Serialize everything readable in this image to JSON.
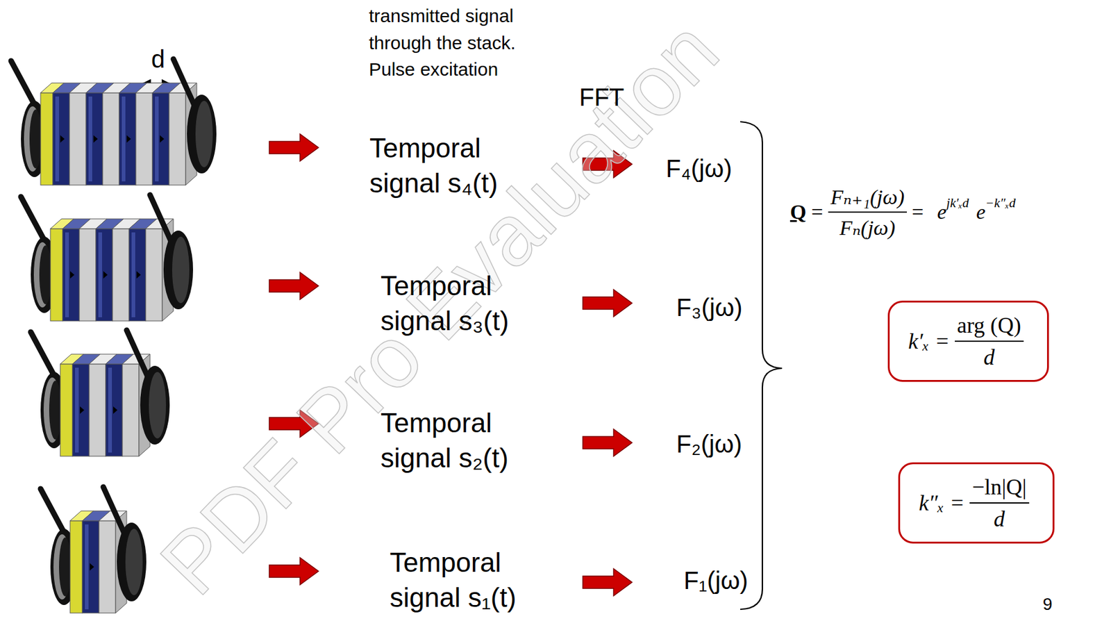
{
  "diagram": {
    "nodes": [
      {
        "text": [
          "k′ₓ =",
          "arg (Q)",
          "d"
        ]
      },
      {
        "text": [
          "k″ₓ =",
          "−ln|Q|",
          "d"
        ]
      }
    ],
    "labels": [
      "transmitted signal through the stack. Pulse excitation",
      "d",
      "FFT",
      "Temporal signal s₄(t)",
      "F₄(jω)",
      "Temporal signal s₃(t)",
      "F₃(jω)",
      "Temporal signal s₂(t)",
      "F₂(jω)",
      "Temporal signal s₁(t)",
      "F₁(jω)",
      "Q",
      "=",
      "Fₙ₊₁(jω)",
      "Fₙ(jω)",
      "=",
      "e",
      "jk′ₓd",
      "e",
      "−k″ₓd",
      "9",
      "PDF Pro Evaluation"
    ]
  }
}
